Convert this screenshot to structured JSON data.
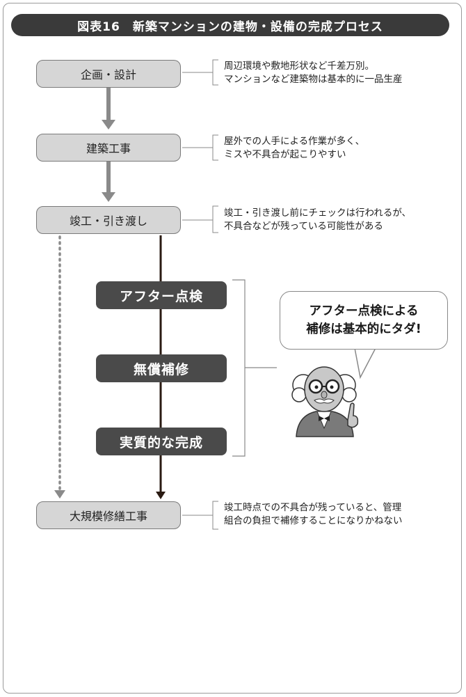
{
  "title": "図表16　新築マンションの建物・設備の完成プロセス",
  "steps": [
    {
      "label": "企画・設計",
      "note": [
        "周辺環境や敷地形状など千差万別。",
        "マンションなど建築物は基本的に一品生産"
      ]
    },
    {
      "label": "建築工事",
      "note": [
        "屋外での人手による作業が多く、",
        "ミスや不具合が起こりやすい"
      ]
    },
    {
      "label": "竣工・引き渡し",
      "note": [
        "竣工・引き渡し前にチェックは行われるが、",
        "不具合などが残っている可能性がある"
      ]
    },
    {
      "label": "大規模修繕工事",
      "note": [
        "竣工時点での不具合が残っていると、管理",
        "組合の負担で補修することになりかねない"
      ]
    }
  ],
  "after_steps": [
    "アフター点検",
    "無償補修",
    "実質的な完成"
  ],
  "bubble": [
    "アフター点検による",
    "補修は基本的にタダ!"
  ],
  "colors": {
    "title_bg": "#3a3a3a",
    "step_bg": "#d6d6d6",
    "dark_box": "#4a4a4a",
    "gray_arrow": "#8a8a8a",
    "dark_line": "#2a1a12"
  },
  "icons": {
    "character": "professor-character-icon"
  }
}
